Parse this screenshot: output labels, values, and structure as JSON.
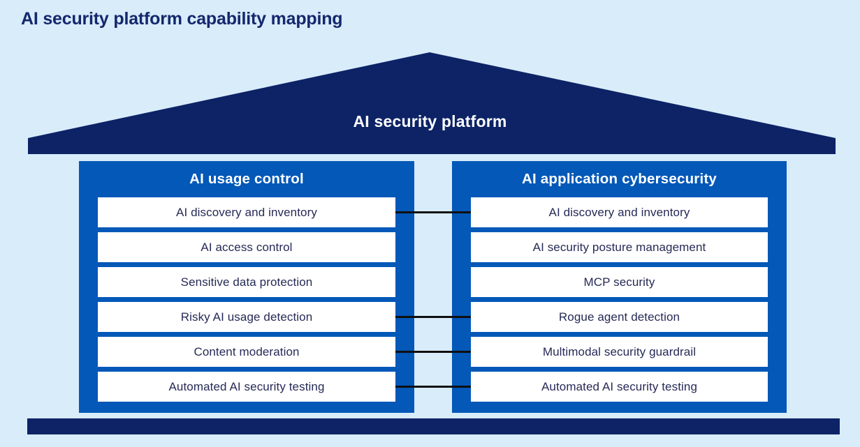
{
  "page_title": "AI security platform capability mapping",
  "roof": {
    "label": "AI security platform"
  },
  "columns": [
    {
      "title": "AI usage control",
      "rows": [
        "AI discovery and inventory",
        "AI access control",
        "Sensitive data protection",
        "Risky AI usage detection",
        "Content moderation",
        "Automated AI security testing"
      ]
    },
    {
      "title": "AI application cybersecurity",
      "rows": [
        "AI discovery and inventory",
        "AI security posture management",
        "MCP security",
        "Rogue agent detection",
        "Multimodal security guardrail",
        "Automated AI security testing"
      ]
    }
  ],
  "connections": [
    {
      "row_index": 0,
      "left": "AI discovery and inventory",
      "right": "AI discovery and inventory"
    },
    {
      "row_index": 3,
      "left": "Risky AI usage detection",
      "right": "Rogue agent detection"
    },
    {
      "row_index": 4,
      "left": "Content moderation",
      "right": "Multimodal security guardrail"
    },
    {
      "row_index": 5,
      "left": "Automated AI security testing",
      "right": "Automated AI security testing"
    }
  ],
  "colors": {
    "background": "#d9ecfa",
    "roof_and_base_navy": "#0d2366",
    "pillar_blue": "#0358b8",
    "box_background": "#ffffff",
    "box_text": "#262a56",
    "title_text": "#13286d",
    "roof_label_text": "#ffffff",
    "connector_line": "#0f0f0f"
  }
}
